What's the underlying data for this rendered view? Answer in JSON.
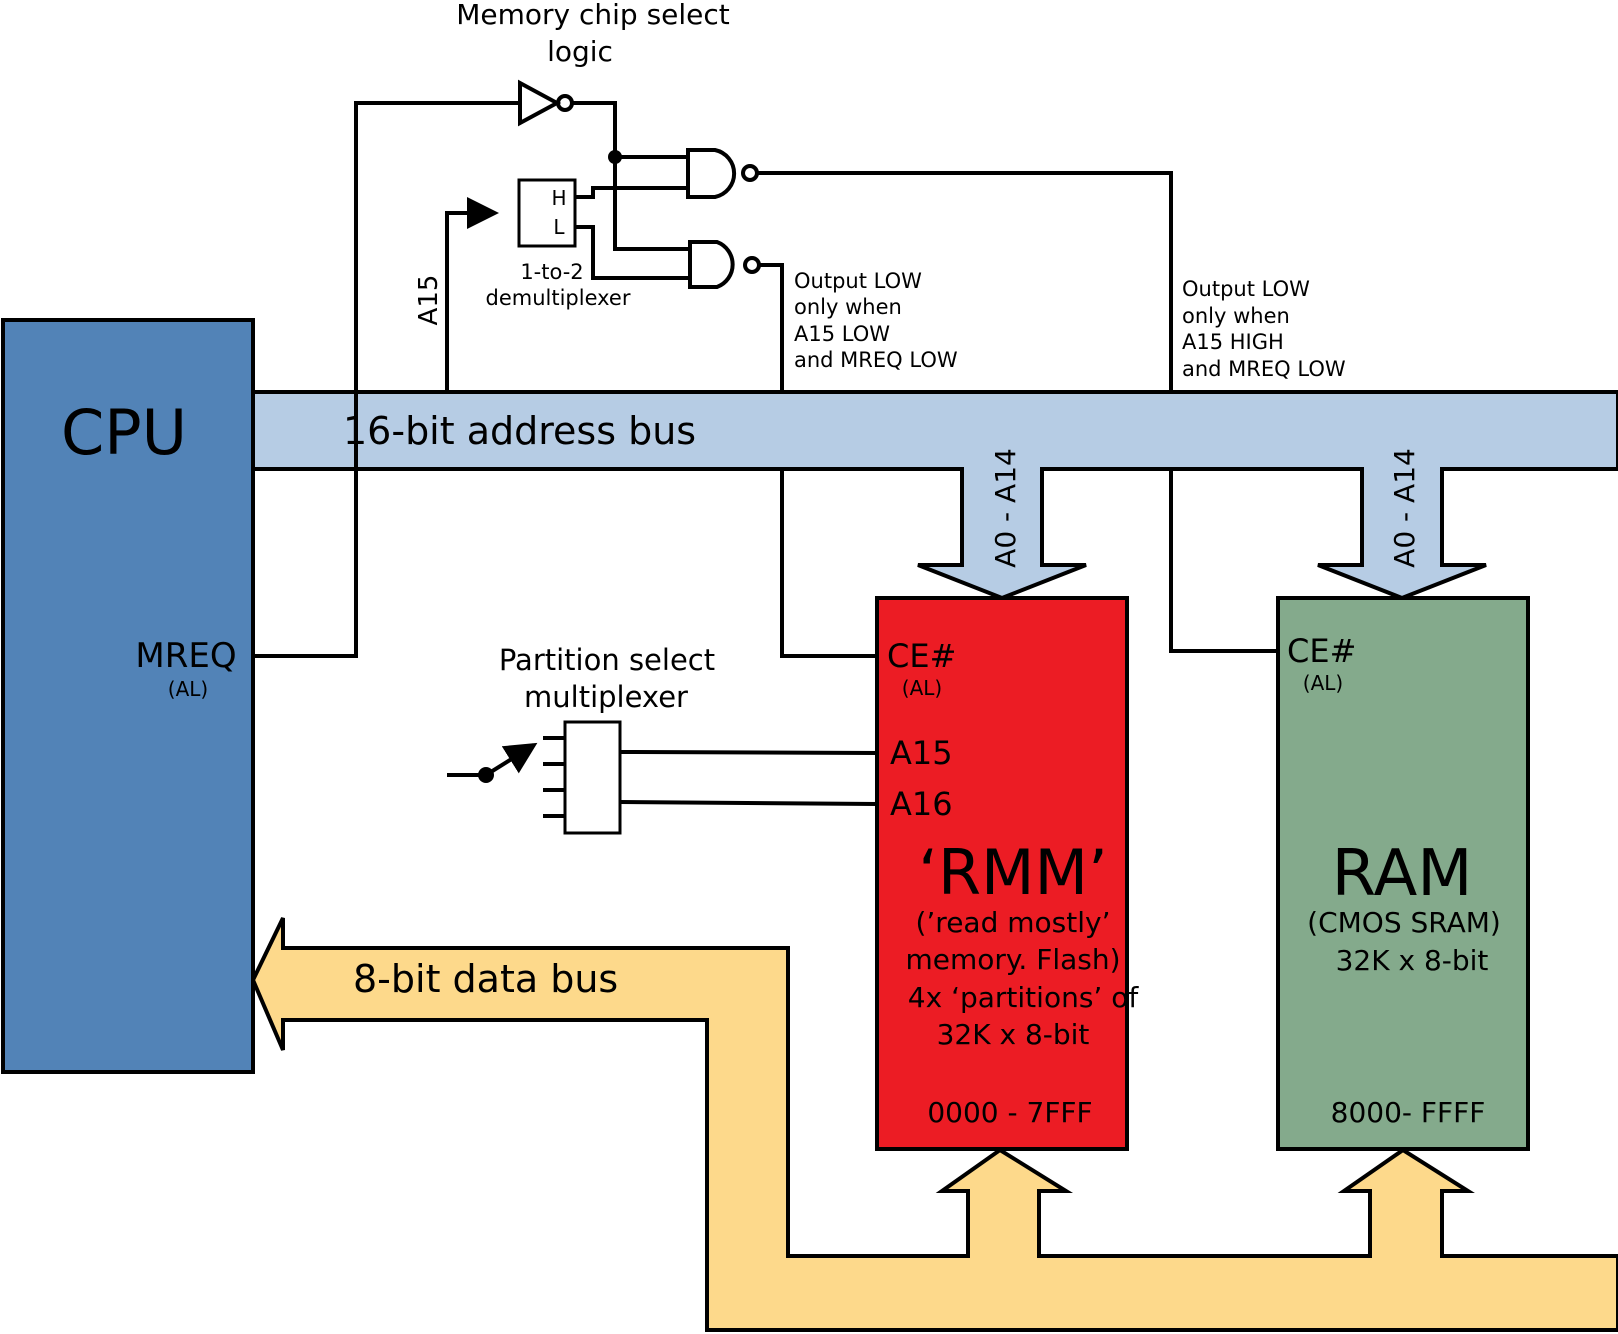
{
  "colors": {
    "cpu": "#5283b7",
    "rmm": "#ec1c24",
    "ram": "#84aa8c",
    "address_bus": "#b6cce4",
    "data_bus": "#fdd98b"
  },
  "logic": {
    "title_line1": "Memory chip select",
    "title_line2": "logic",
    "demux_label_line1": "1-to-2",
    "demux_label_line2": "demultiplexer",
    "demux_h": "H",
    "demux_l": "L",
    "a15_wire_label": "A15",
    "note_low": [
      "Output LOW",
      "only when",
      "A15 LOW",
      "and MREQ LOW"
    ],
    "note_high": [
      "Output LOW",
      "only when",
      "A15 HIGH",
      "and MREQ LOW"
    ]
  },
  "cpu": {
    "label": "CPU",
    "mreq": "MREQ",
    "mreq_al": "(AL)"
  },
  "address_bus": {
    "label": "16-bit address bus",
    "rmm_branch": "A0 - A14",
    "ram_branch": "A0 - A14"
  },
  "data_bus": {
    "label": "8-bit data bus"
  },
  "partition": {
    "title_line1": "Partition select",
    "title_line2": "multiplexer"
  },
  "rmm": {
    "ce": "CE#",
    "ce_al": "(AL)",
    "a15": "A15",
    "a16": "A16",
    "title": "‘RMM’",
    "desc": [
      "(’read mostly’",
      "memory. Flash)",
      "4x ‘partitions’ of",
      "32K x 8-bit"
    ],
    "range": "0000 - 7FFF"
  },
  "ram": {
    "ce": "CE#",
    "ce_al": "(AL)",
    "title": "RAM",
    "desc": [
      "(CMOS SRAM)",
      "32K x 8-bit"
    ],
    "range": "8000- FFFF"
  }
}
